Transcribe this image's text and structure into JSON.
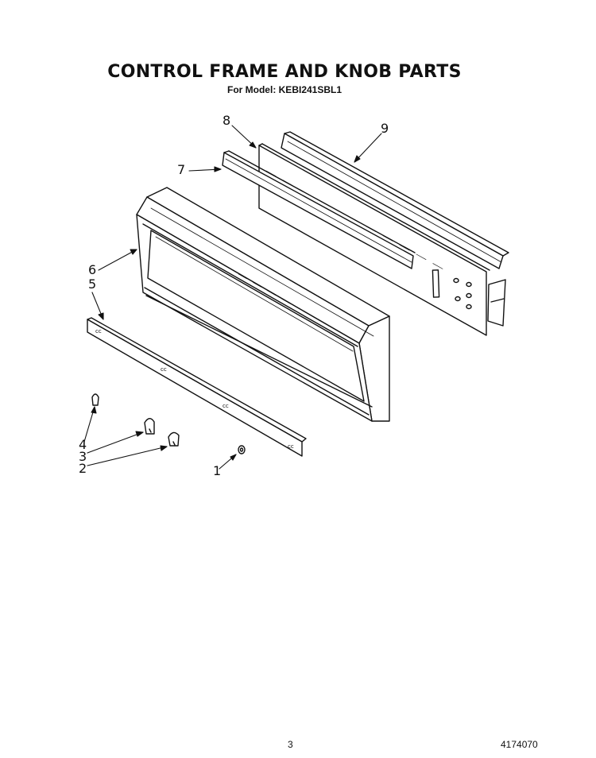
{
  "header": {
    "title": "CONTROL FRAME AND KNOB PARTS",
    "subtitle": "For Model: KEBI241SBL1"
  },
  "callouts": {
    "c1": "1",
    "c2": "2",
    "c3": "3",
    "c4": "4",
    "c5": "5",
    "c6": "6",
    "c7": "7",
    "c8": "8",
    "c9": "9"
  },
  "footer": {
    "page_number": "3",
    "document_number": "4174070"
  }
}
